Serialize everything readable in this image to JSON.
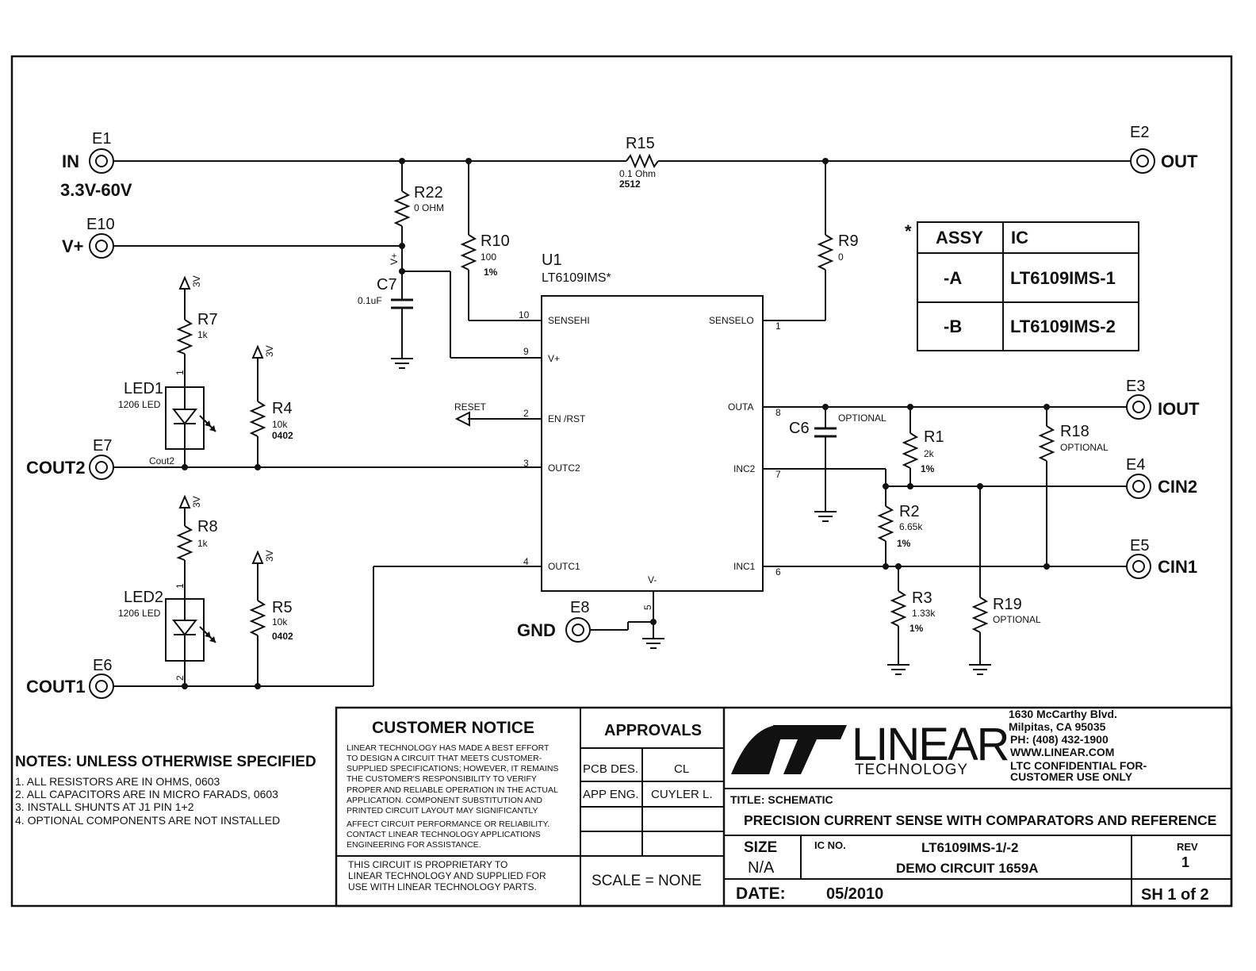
{
  "terminals": {
    "e1": {
      "ref": "E1",
      "label": "IN",
      "sub": "3.3V-60V"
    },
    "e2": {
      "ref": "E2",
      "label": "OUT"
    },
    "e10": {
      "ref": "E10",
      "label": "V+"
    },
    "e7": {
      "ref": "E7",
      "label": "COUT2"
    },
    "e6": {
      "ref": "E6",
      "label": "COUT1"
    },
    "e8": {
      "ref": "E8",
      "label": "GND"
    },
    "e3": {
      "ref": "E3",
      "label": "IOUT"
    },
    "e4": {
      "ref": "E4",
      "label": "CIN2"
    },
    "e5": {
      "ref": "E5",
      "label": "CIN1"
    }
  },
  "components": {
    "r15": {
      "ref": "R15",
      "value": "0.1 Ohm",
      "pkg": "2512"
    },
    "r22": {
      "ref": "R22",
      "value": "0 OHM"
    },
    "r10": {
      "ref": "R10",
      "value": "100",
      "tol": "1%"
    },
    "r9": {
      "ref": "R9",
      "value": "0"
    },
    "c7": {
      "ref": "C7",
      "value": "0.1uF"
    },
    "r7": {
      "ref": "R7",
      "value": "1k"
    },
    "r8": {
      "ref": "R8",
      "value": "1k"
    },
    "r4": {
      "ref": "R4",
      "value": "10k",
      "pkg": "0402"
    },
    "r5": {
      "ref": "R5",
      "value": "10k",
      "pkg": "0402"
    },
    "led1": {
      "ref": "LED1",
      "value": "1206 LED"
    },
    "led2": {
      "ref": "LED2",
      "value": "1206 LED"
    },
    "c6": {
      "ref": "C6",
      "value": "OPTIONAL"
    },
    "r1": {
      "ref": "R1",
      "value": "2k",
      "tol": "1%"
    },
    "r2": {
      "ref": "R2",
      "value": "6.65k",
      "tol": "1%"
    },
    "r3": {
      "ref": "R3",
      "value": "1.33k",
      "tol": "1%"
    },
    "r18": {
      "ref": "R18",
      "value": "OPTIONAL"
    },
    "r19": {
      "ref": "R19",
      "value": "OPTIONAL"
    },
    "u1": {
      "ref": "U1",
      "value": "LT6109IMS*"
    }
  },
  "u1_pins": {
    "sensehi": "SENSEHI",
    "vplus": "V+",
    "enrst": "EN /RST",
    "outc2": "OUTC2",
    "outc1": "OUTC1",
    "senselo": "SENSELO",
    "outa": "OUTA",
    "inc2": "INC2",
    "inc1": "INC1",
    "vminus": "V-",
    "n10": "10",
    "n9": "9",
    "n2": "2",
    "n3": "3",
    "n4": "4",
    "n1": "1",
    "n8": "8",
    "n7": "7",
    "n6": "6",
    "n5": "5"
  },
  "net_labels": {
    "reset": "RESET",
    "vplus_rot": "V+",
    "cout2": "Cout2",
    "v3": "3V",
    "led_pin1": "1",
    "led_pin2": "2"
  },
  "assy_table": {
    "star": "*",
    "header": [
      "ASSY",
      "IC"
    ],
    "rows": [
      [
        "-A",
        "LT6109IMS-1"
      ],
      [
        "-B",
        "LT6109IMS-2"
      ]
    ]
  },
  "notes": {
    "title": "NOTES:  UNLESS OTHERWISE SPECIFIED",
    "items": [
      "1.  ALL RESISTORS ARE IN OHMS, 0603",
      "2.  ALL CAPACITORS ARE IN MICRO FARADS, 0603",
      "3.  INSTALL SHUNTS AT J1 PIN 1+2",
      "4. OPTIONAL COMPONENTS ARE NOT INSTALLED"
    ]
  },
  "title_block": {
    "customer_notice_title": "CUSTOMER NOTICE",
    "customer_notice_lines": [
      "LINEAR TECHNOLOGY HAS MADE A BEST EFFORT",
      "TO DESIGN A CIRCUIT THAT MEETS CUSTOMER-",
      "SUPPLIED SPECIFICATIONS; HOWEVER, IT REMAINS",
      "THE CUSTOMER'S RESPONSIBILITY TO VERIFY",
      "PROPER AND RELIABLE OPERATION IN THE ACTUAL",
      "APPLICATION. COMPONENT SUBSTITUTION AND",
      "PRINTED CIRCUIT LAYOUT MAY SIGNIFICANTLY",
      "AFFECT CIRCUIT PERFORMANCE OR RELIABILITY.",
      "CONTACT LINEAR TECHNOLOGY APPLICATIONS",
      "ENGINEERING FOR ASSISTANCE."
    ],
    "proprietary_lines": [
      "THIS CIRCUIT IS PROPRIETARY TO",
      "LINEAR TECHNOLOGY AND SUPPLIED FOR",
      "USE WITH LINEAR TECHNOLOGY PARTS."
    ],
    "approvals_title": "APPROVALS",
    "pcb_des_label": "PCB DES.",
    "pcb_des_value": "CL",
    "app_eng_label": "APP ENG.",
    "app_eng_value": "CUYLER L.",
    "scale": "SCALE = NONE",
    "logo_word": "LINEAR",
    "logo_sub": "TECHNOLOGY",
    "address_lines": [
      "1630 McCarthy Blvd.",
      "Milpitas, CA 95035",
      "PH: (408) 432-1900",
      "WWW.LINEAR.COM",
      "LTC CONFIDENTIAL FOR-",
      "CUSTOMER USE ONLY"
    ],
    "title_label": "TITLE: SCHEMATIC",
    "title": "PRECISION CURRENT SENSE WITH COMPARATORS AND REFERENCE",
    "size_label": "SIZE",
    "size_value": "N/A",
    "ic_no_label": "IC NO.",
    "ic_no_value": "LT6109IMS-1/-2",
    "demo": "DEMO CIRCUIT 1659A",
    "rev_label": "REV",
    "rev_value": "1",
    "date_label": "DATE:",
    "date_value": "05/2010",
    "sheet": "SH 1 of 2"
  }
}
